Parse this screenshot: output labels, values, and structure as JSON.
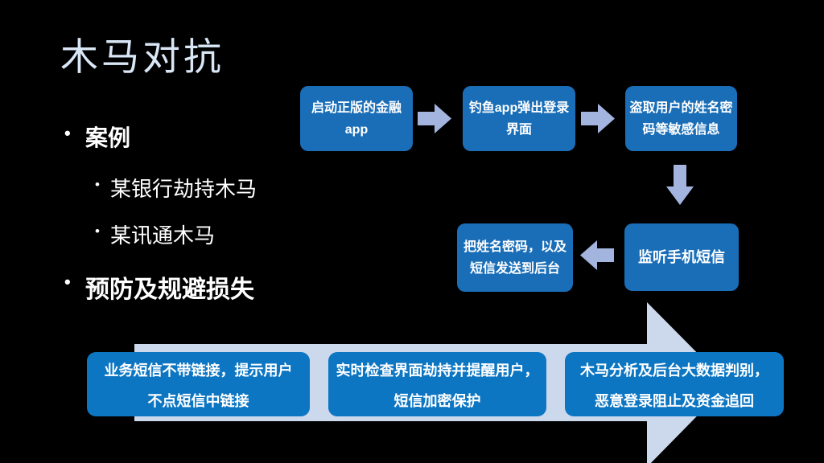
{
  "slide": {
    "title": "木马对抗",
    "bullets": [
      {
        "label": "案例"
      },
      {
        "label": "某银行劫持木马"
      },
      {
        "label": "某讯通木马"
      },
      {
        "label": "预防及规避损失"
      }
    ]
  },
  "flowchart": {
    "attack_row1": [
      {
        "line1": "启动正版的金融",
        "line2": "app"
      },
      {
        "line1": "钓鱼app弹出登录",
        "line2": "界面"
      },
      {
        "line1": "盗取用户的姓名密",
        "line2": "码等敏感信息"
      }
    ],
    "attack_row2": [
      {
        "line1": "把姓名密码，以及",
        "line2": "短信发送到后台"
      },
      {
        "line1": "监听手机短信",
        "line2": ""
      }
    ],
    "defense_row": [
      {
        "line1": "业务短信不带链接，提示用户",
        "line2": "不点短信中链接"
      },
      {
        "line1": "实时检查界面劫持并提醒用户，",
        "line2": "短信加密保护"
      },
      {
        "line1": "木马分析及后台大数据判别，",
        "line2": "恶意登录阻止及资金追回"
      }
    ]
  },
  "icons": {
    "bullet_char": "•"
  },
  "colors": {
    "background": "#000000",
    "title_text": "#d9e6f6",
    "body_text": "#ffffff",
    "attack_box": "#1a6eb8",
    "defense_box": "#0d76c3",
    "connector_arrow": "#a3b4df",
    "flow_band_arrow": "#ccd9ec",
    "box_text": "#ffffff"
  }
}
